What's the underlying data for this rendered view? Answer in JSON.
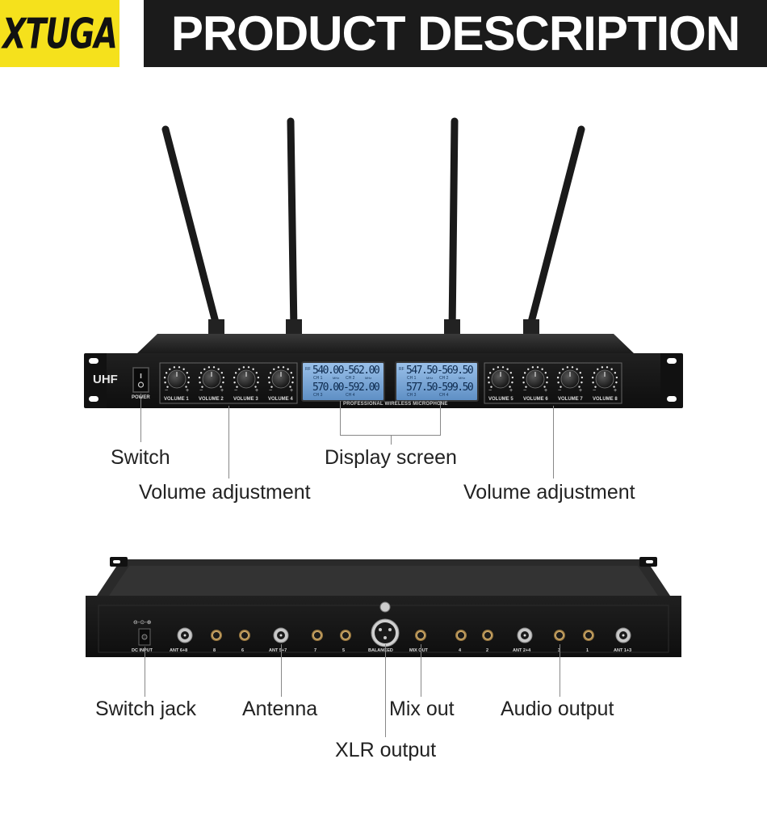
{
  "header": {
    "logo": "XTUGA",
    "title": "PRODUCT DESCRIPTION"
  },
  "front_panel": {
    "brand_badge": "UHF",
    "power_label": "POWER",
    "panel_caption": "PROFESSIONAL WIRELESS MICROPHONE",
    "volume_labels": [
      "VOLUME 1",
      "VOLUME 2",
      "VOLUME 3",
      "VOLUME 4",
      "VOLUME 5",
      "VOLUME 6",
      "VOLUME 7",
      "VOLUME 8"
    ],
    "display_left": {
      "line1": "540.00-562.00",
      "line2": "570.00-592.00",
      "ch_a": "CH 1",
      "ch_b": "CH 2",
      "ch_c": "CH 3",
      "ch_d": "CH 4",
      "unit": "MHz",
      "rf": "RF"
    },
    "display_right": {
      "line1": "547.50-569.50",
      "line2": "577.50-599.50",
      "ch_a": "CH 1",
      "ch_b": "CH 2",
      "ch_c": "CH 3",
      "ch_d": "CH 4",
      "unit": "MHz",
      "rf": "RF"
    }
  },
  "back_panel": {
    "labels": {
      "dc_input": "DC INPUT",
      "ant_68": "ANT 6+8",
      "out_8": "8",
      "out_6": "6",
      "ant_57": "ANT 5+7",
      "out_7": "7",
      "out_5": "5",
      "balanced": "BALANCED",
      "mix_out": "MIX OUT",
      "out_4": "4",
      "out_2": "2",
      "ant_24": "ANT 2+4",
      "out_3": "3",
      "out_1": "1",
      "ant_13": "ANT 1+3"
    }
  },
  "callouts": {
    "switch": "Switch",
    "display_screen": "Display screen",
    "volume_left": "Volume adjustment",
    "volume_right": "Volume adjustment",
    "switch_jack": "Switch jack",
    "antenna": "Antenna",
    "mix_out": "Mix out",
    "audio_output": "Audio output",
    "xlr_output": "XLR output"
  },
  "colors": {
    "logo_yellow": "#f5e11c",
    "header_dark": "#1b1b1b",
    "device_black": "#151515",
    "lcd_blue": "#7ea9d8"
  }
}
